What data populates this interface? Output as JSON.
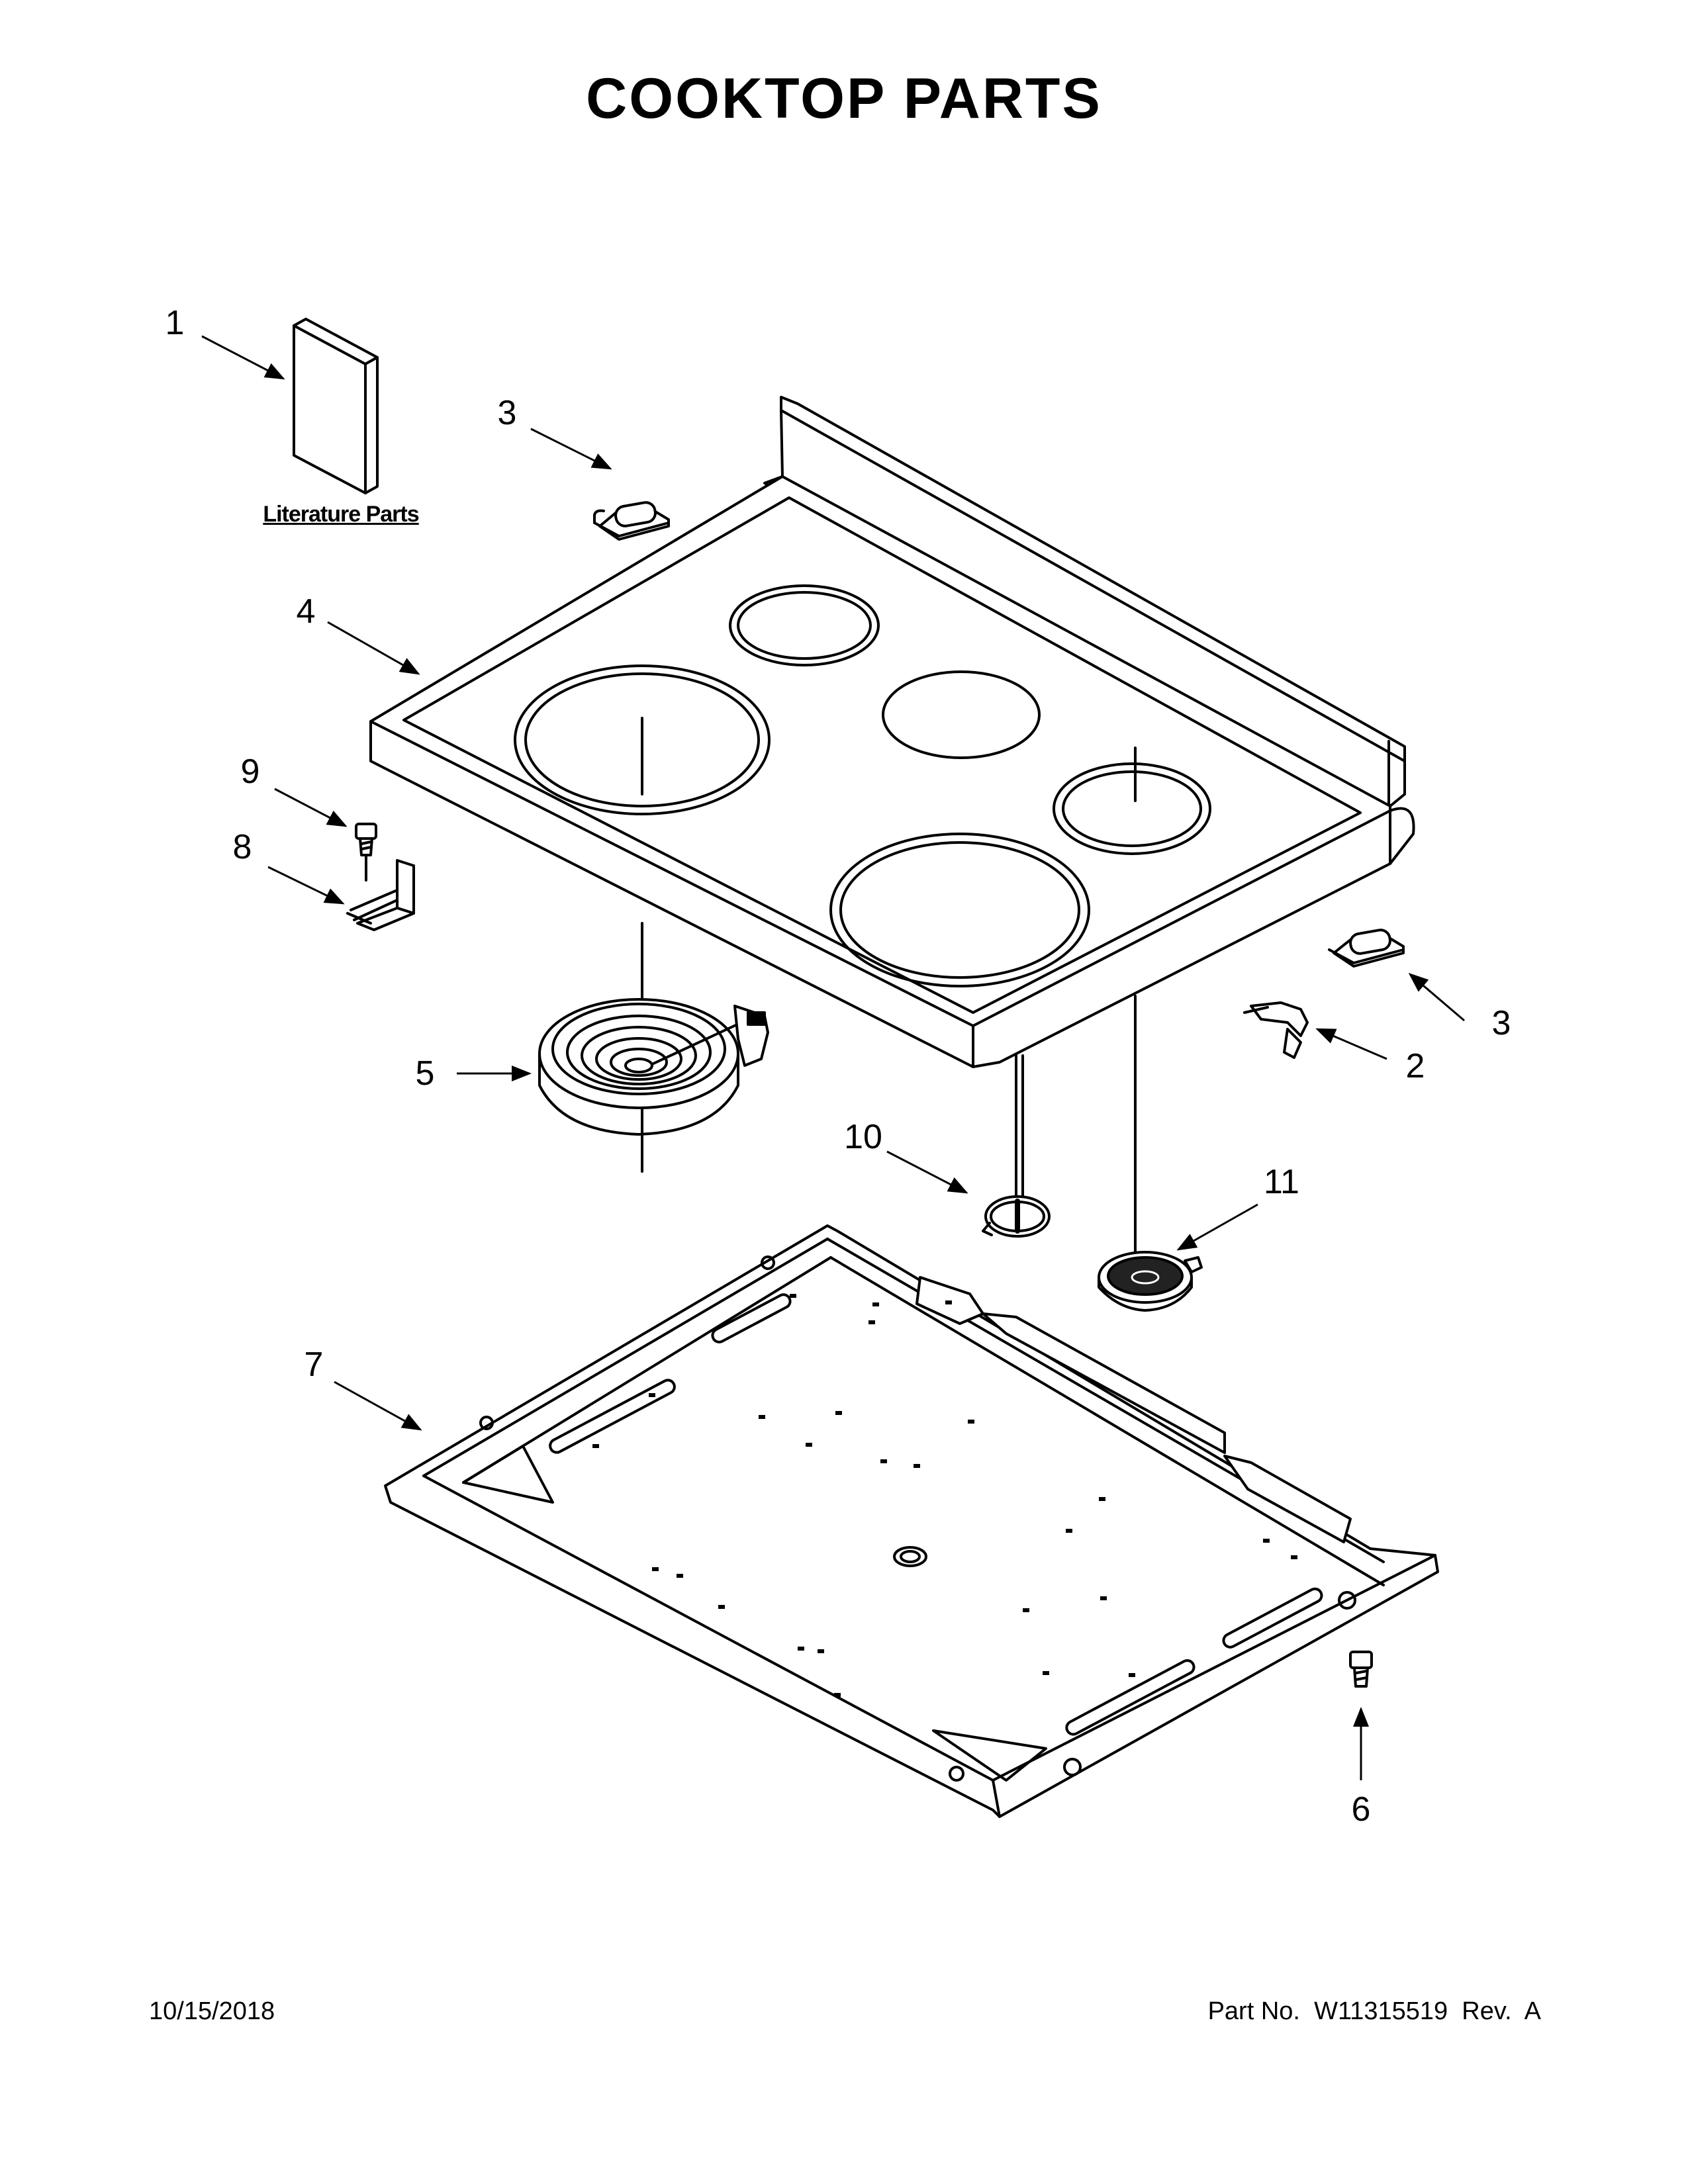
{
  "title": "COOKTOP PARTS",
  "literature_label": "Literature Parts",
  "callouts": {
    "c1": "1",
    "c2": "2",
    "c3a": "3",
    "c3b": "3",
    "c4": "4",
    "c5": "5",
    "c6": "6",
    "c7": "7",
    "c8": "8",
    "c9": "9",
    "c10": "10",
    "c11": "11"
  },
  "footer": {
    "date": "10/15/2018",
    "part_number": "Part No.  W11315519  Rev.  A"
  }
}
